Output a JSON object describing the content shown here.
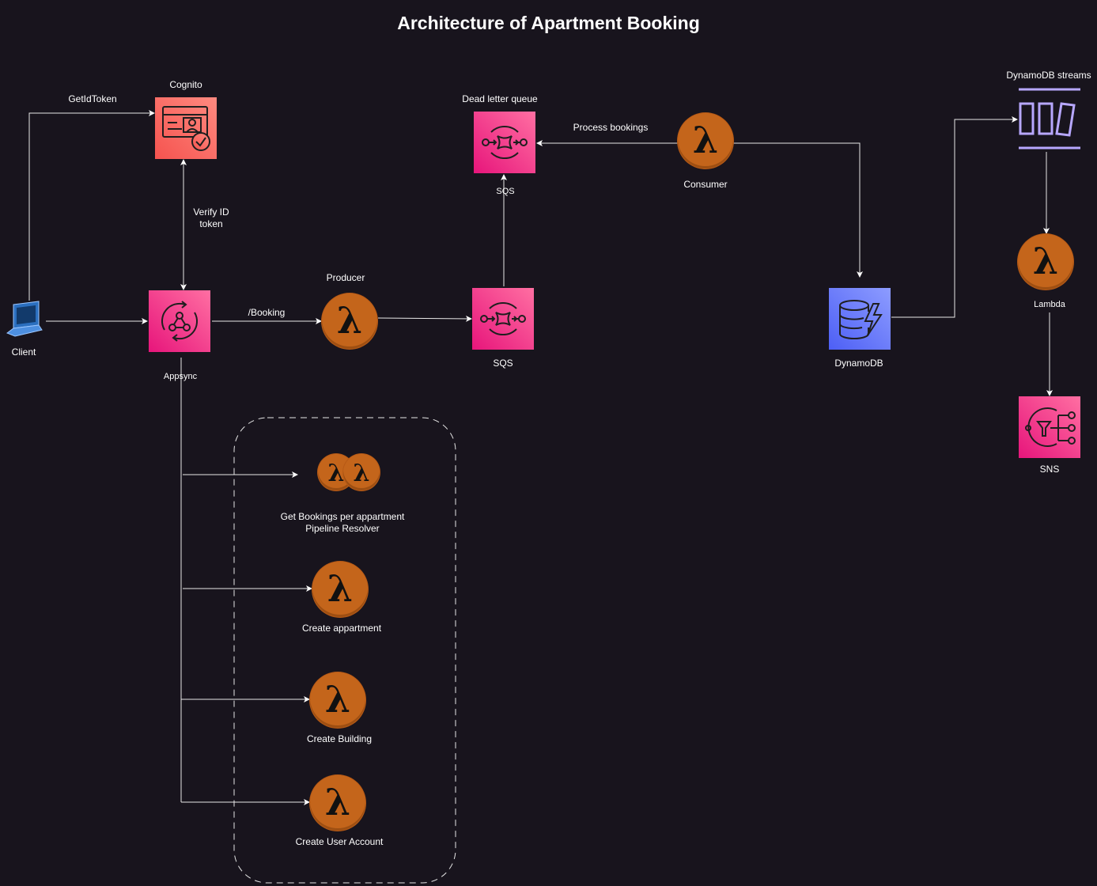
{
  "title": "Architecture of Apartment Booking",
  "nodes": {
    "cognito": "Cognito",
    "client": "Client",
    "appsync": "Appsync",
    "producer": "Producer",
    "sqs_main": "SQS",
    "sqs_dlq": "SQS",
    "dead_letter_queue": "Dead letter queue",
    "consumer": "Consumer",
    "dynamodb": "DynamoDB",
    "dynamodb_streams": "DynamoDB streams",
    "lambda": "Lambda",
    "sns": "SNS",
    "get_bookings_line1": "Get Bookings per appartment",
    "get_bookings_line2": "Pipeline Resolver",
    "create_appartment": "Create appartment",
    "create_building": "Create Building",
    "create_user_account": "Create User Account"
  },
  "edges": {
    "get_id_token": "GetIdToken",
    "verify_line1": "Verify ID",
    "verify_line2": "token",
    "booking": "/Booking",
    "process_bookings": "Process bookings"
  },
  "colors": {
    "background": "#18141d",
    "lambda": "#c4651b",
    "cognito": "#f0645e",
    "appsync": "#f0527e",
    "sqs": "#f0527e",
    "dynamodb": "#6b7cf6",
    "streams": "#b7a7ff"
  },
  "icons": [
    "lambda-icon",
    "cognito-icon",
    "appsync-icon",
    "sqs-icon",
    "dynamodb-icon",
    "streams-icon",
    "sns-icon",
    "laptop-icon"
  ]
}
